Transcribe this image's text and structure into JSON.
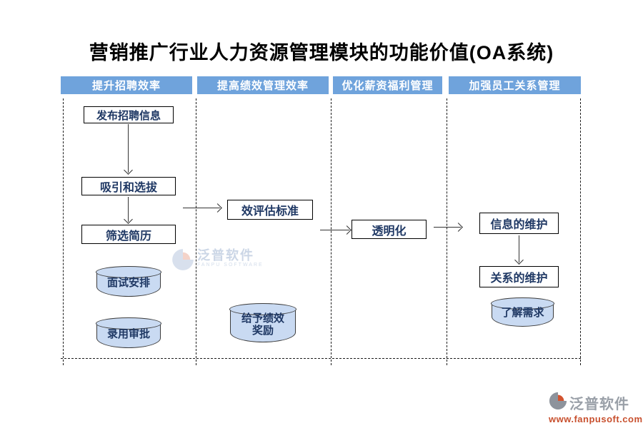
{
  "title": "营销推广行业人力资源管理模块的功能价值(OA系统)",
  "columns": [
    {
      "header": "提升招聘效率",
      "boxes": [
        "发布招聘信息",
        "吸引和选拔",
        "筛选简历"
      ],
      "cylinders": [
        "面试安排",
        "录用审批"
      ]
    },
    {
      "header": "提高绩效管理效率",
      "boxes": [
        "效评估标准"
      ],
      "cylinders": [
        "给予绩效奖励"
      ]
    },
    {
      "header": "优化薪资福利管理",
      "boxes": [
        "透明化"
      ],
      "cylinders": []
    },
    {
      "header": "加强员工关系管理",
      "boxes": [
        "信息的维护",
        "关系的维护"
      ],
      "cylinders": [
        "了解需求"
      ]
    }
  ],
  "watermark": {
    "name": "泛普软件",
    "sub": "FANPU SOFTWARE"
  },
  "logo": {
    "name": "泛普软件",
    "url": "www.fanpusoft.com"
  },
  "colors": {
    "header_bg": "#6fa3dc",
    "box_text": "#1f3864",
    "cylinder_fill": "#c9daf2",
    "logo_url_color": "#c8502e"
  }
}
